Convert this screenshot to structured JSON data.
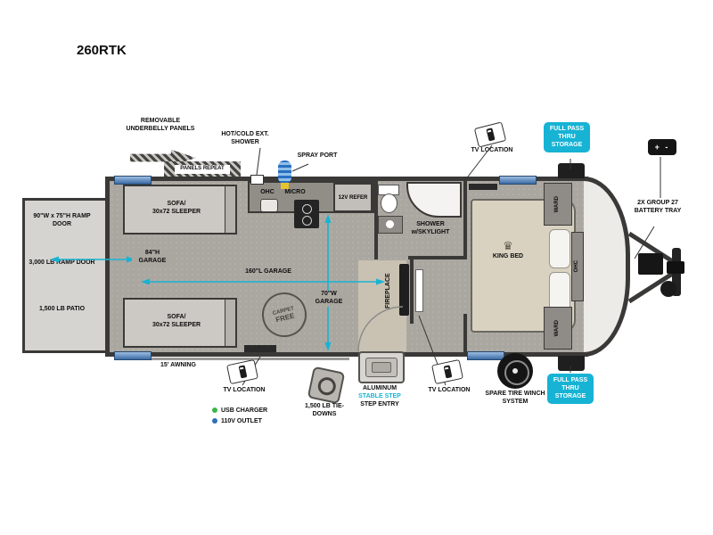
{
  "model": "260RTK",
  "colors": {
    "cyan": "#17b3d4",
    "floor": "#aaa7a1",
    "wall": "#3a3937",
    "usb_green": "#3cb54a",
    "outlet_blue": "#2e6fb8",
    "window_blue": "#3a6aa4"
  },
  "callouts": {
    "underbelly": "REMOVABLE UNDERBELLY PANELS",
    "panels_repeat": "PANELS REPEAT",
    "ext_shower": "HOT/COLD EXT. SHOWER",
    "spray_port": "SPRAY PORT",
    "tv_location": "TV LOCATION",
    "pass_thru": "FULL PASS THRU STORAGE",
    "battery_tray": "2X GROUP 27 BATTERY TRAY",
    "battery_terminals": "+ -",
    "awning": "15' AWNING",
    "usb": "USB CHARGER",
    "outlet": "110V OUTLET",
    "tie_downs": "1,500 LB TIE-DOWNS",
    "step_l1": "ALUMINUM",
    "step_l2": "STABLE STEP",
    "step_l3": "STEP ENTRY",
    "spare_tire": "SPARE TIRE WINCH SYSTEM"
  },
  "ramp": {
    "dim": "90\"W x 75\"H RAMP DOOR",
    "capacity": "3,000 LB RAMP DOOR",
    "patio": "1,500 LB PATIO"
  },
  "interior": {
    "sofa_l1": "SOFA/",
    "sofa_l2": "30x72 SLEEPER",
    "garage_h": "84\"H GARAGE",
    "garage_l": "160\"L GARAGE",
    "garage_w": "70\"W GARAGE",
    "carpet_l1": "CARPET",
    "carpet_l2": "FREE",
    "ohc": "OHC",
    "micro": "MICRO",
    "refer": "12V REFER",
    "shower_l1": "SHOWER",
    "shower_l2": "w/SKYLIGHT",
    "fireplace": "FIREPLACE",
    "crown": "♛",
    "king_bed": "KING BED",
    "ward": "WARD",
    "ohc_bed": "OHC"
  }
}
